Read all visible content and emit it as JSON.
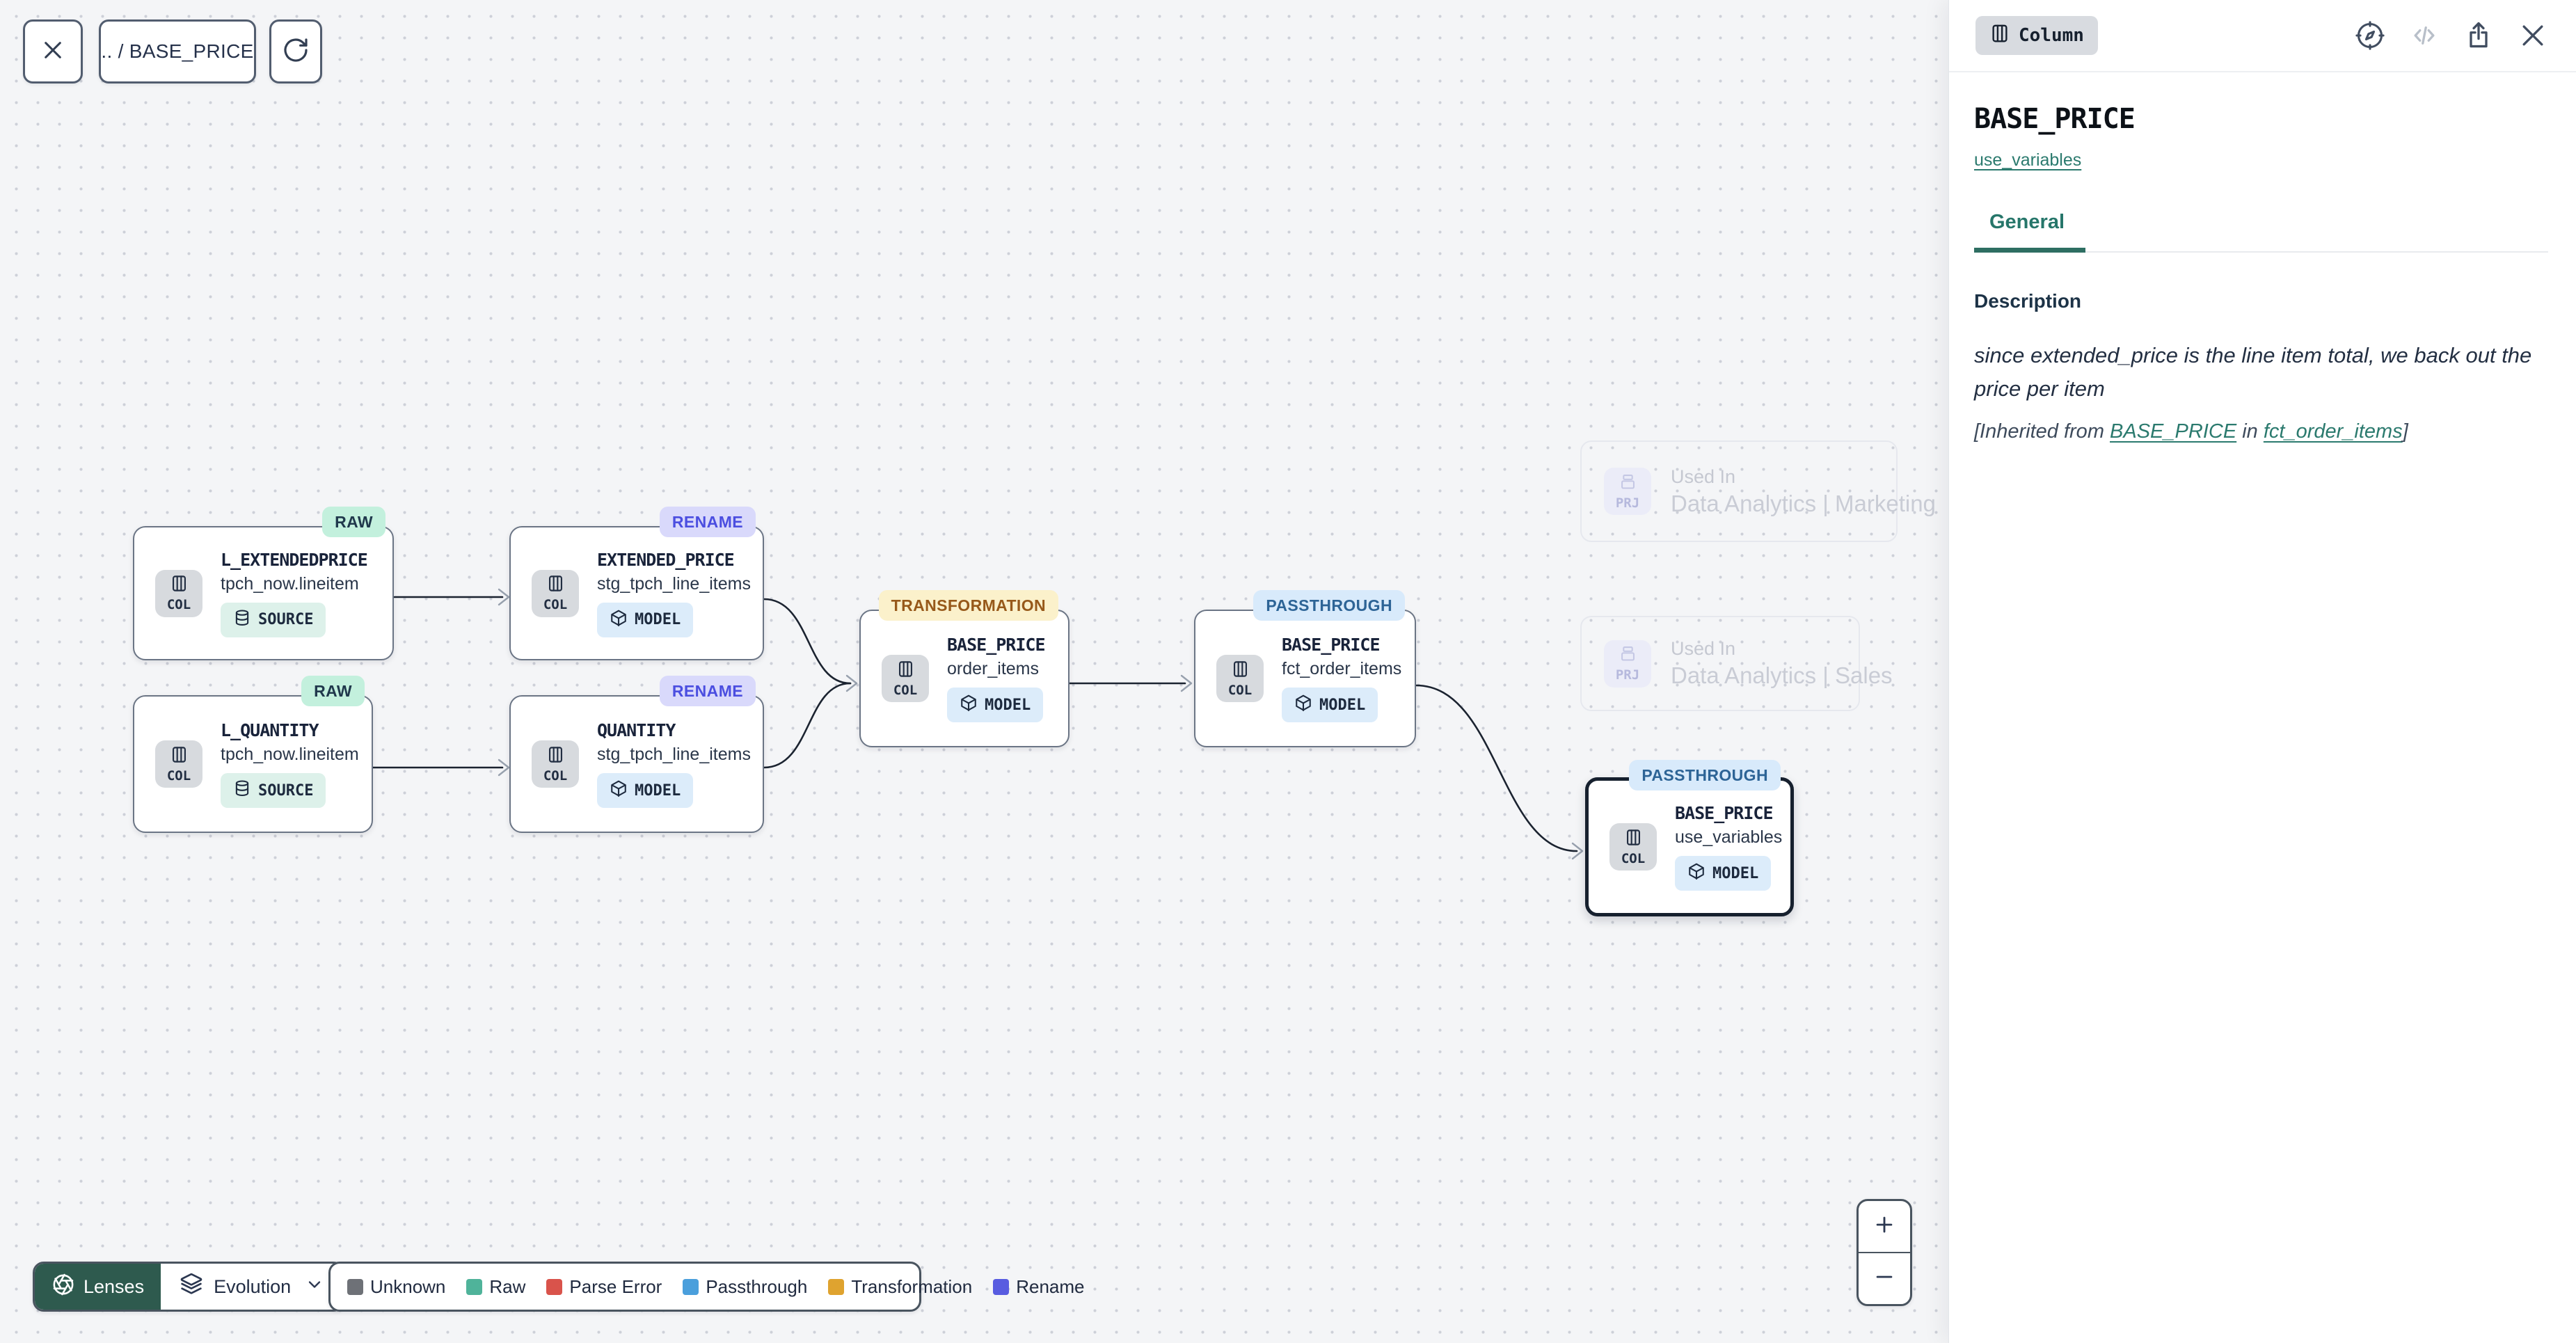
{
  "toolbar": {
    "breadcrumb": ".. / BASE_PRICE"
  },
  "canvas": {
    "nodes": [
      {
        "badge": "RAW",
        "chip": "COL",
        "title": "L_EXTENDEDPRICE",
        "subtitle": "tpch_now.lineitem",
        "kind": "SOURCE"
      },
      {
        "badge": "RENAME",
        "chip": "COL",
        "title": "EXTENDED_PRICE",
        "subtitle": "stg_tpch_line_items",
        "kind": "MODEL"
      },
      {
        "badge": "RAW",
        "chip": "COL",
        "title": "L_QUANTITY",
        "subtitle": "tpch_now.lineitem",
        "kind": "SOURCE"
      },
      {
        "badge": "RENAME",
        "chip": "COL",
        "title": "QUANTITY",
        "subtitle": "stg_tpch_line_items",
        "kind": "MODEL"
      },
      {
        "badge": "TRANSFORMATION",
        "chip": "COL",
        "title": "BASE_PRICE",
        "subtitle": "order_items",
        "kind": "MODEL"
      },
      {
        "badge": "PASSTHROUGH",
        "chip": "COL",
        "title": "BASE_PRICE",
        "subtitle": "fct_order_items",
        "kind": "MODEL"
      },
      {
        "badge": "PASSTHROUGH",
        "chip": "COL",
        "title": "BASE_PRICE",
        "subtitle": "use_variables",
        "kind": "MODEL"
      }
    ],
    "ghosts": [
      {
        "chip": "PRJ",
        "label": "Used In",
        "name": "Data Analytics | Marketing"
      },
      {
        "chip": "PRJ",
        "label": "Used In",
        "name": "Data Analytics | Sales"
      }
    ]
  },
  "lenses": {
    "button": "Lenses",
    "selected": "Evolution"
  },
  "legend": {
    "items": [
      {
        "label": "Unknown",
        "color": "#6e7177"
      },
      {
        "label": "Raw",
        "color": "#4fb39a"
      },
      {
        "label": "Parse Error",
        "color": "#d9534b"
      },
      {
        "label": "Passthrough",
        "color": "#4a9fdc"
      },
      {
        "label": "Transformation",
        "color": "#dfa32f"
      },
      {
        "label": "Rename",
        "color": "#585ce0"
      }
    ]
  },
  "panel": {
    "type_badge": "Column",
    "title": "BASE_PRICE",
    "model_link": "use_variables",
    "tab": "General",
    "description_label": "Description",
    "description": "since extended_price is the line item total, we back out the price per item",
    "inherited_prefix": "[Inherited from ",
    "inherited_link1": "BASE_PRICE",
    "inherited_mid": " in ",
    "inherited_link2": "fct_order_items",
    "inherited_suffix": "]",
    "accent_color": "#2b7a6e"
  }
}
